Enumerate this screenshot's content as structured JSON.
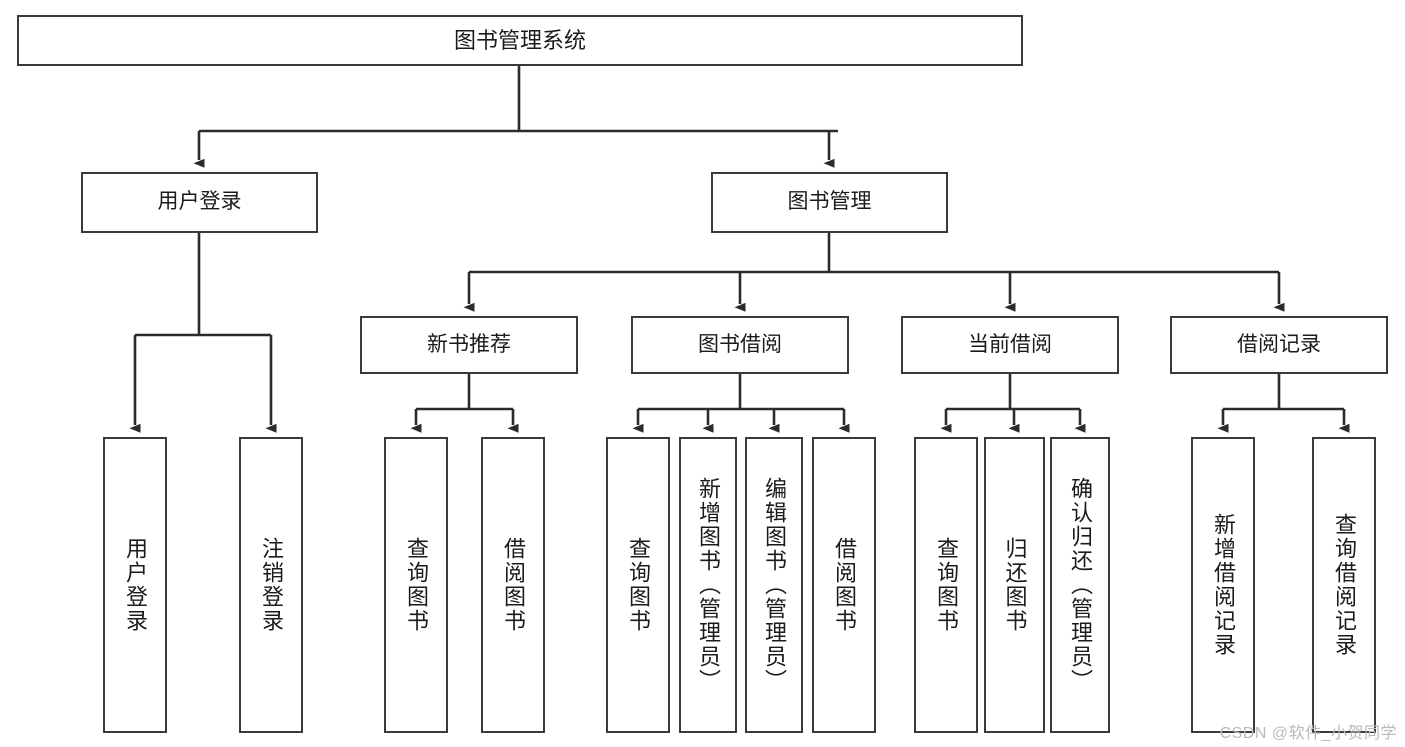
{
  "diagram": {
    "type": "tree",
    "title": "图书管理系统",
    "watermark": "CSDN @软件_小贺同学",
    "colors": {
      "box_border": "#3a3a3a",
      "box_fill": "#ffffff",
      "connector": "#2b2b2b",
      "text": "#1b1b1b",
      "watermark": "#b9b9b9"
    },
    "nodes": {
      "root": {
        "label": "图书管理系统"
      },
      "level1": [
        {
          "id": "user-login",
          "label": "用户登录"
        },
        {
          "id": "book-manage",
          "label": "图书管理"
        }
      ],
      "level2": [
        {
          "id": "new-book-recommend",
          "label": "新书推荐"
        },
        {
          "id": "book-borrow",
          "label": "图书借阅"
        },
        {
          "id": "current-borrow",
          "label": "当前借阅"
        },
        {
          "id": "borrow-record",
          "label": "借阅记录"
        }
      ],
      "leaves": {
        "user-login": [
          {
            "id": "leaf-user-login",
            "label": "用户登录"
          },
          {
            "id": "leaf-logout-login",
            "label": "注销登录"
          }
        ],
        "new-book-recommend": [
          {
            "id": "leaf-query-book-1",
            "label": "查询图书"
          },
          {
            "id": "leaf-borrow-book-1",
            "label": "借阅图书"
          }
        ],
        "book-borrow": [
          {
            "id": "leaf-query-book-2",
            "label": "查询图书"
          },
          {
            "id": "leaf-add-book",
            "label": "新增图书（管理员）"
          },
          {
            "id": "leaf-edit-book",
            "label": "编辑图书（管理员）"
          },
          {
            "id": "leaf-borrow-book-2",
            "label": "借阅图书"
          }
        ],
        "current-borrow": [
          {
            "id": "leaf-query-book-3",
            "label": "查询图书"
          },
          {
            "id": "leaf-return-book",
            "label": "归还图书"
          },
          {
            "id": "leaf-confirm-return",
            "label": "确认归还（管理员）"
          }
        ],
        "borrow-record": [
          {
            "id": "leaf-add-record",
            "label": "新增借阅记录"
          },
          {
            "id": "leaf-query-record",
            "label": "查询借阅记录"
          }
        ]
      }
    }
  }
}
